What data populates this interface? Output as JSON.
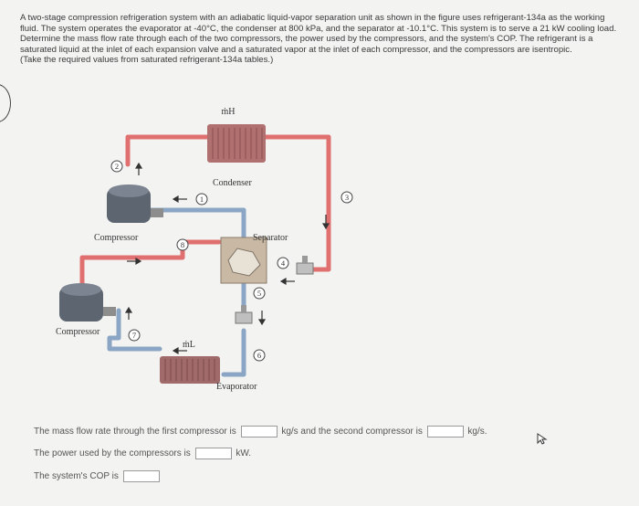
{
  "problem": {
    "paragraph": "A two-stage compression refrigeration system with an adiabatic liquid-vapor separation unit as shown in the figure uses refrigerant-134a as the working fluid. The system operates the evaporator at -40°C, the condenser at 800 kPa, and the separator at -10.1°C. This system is to serve a 21 kW cooling load. Determine the mass flow rate through each of the two compressors, the power used by the compressors, and the system's COP. The refrigerant is a saturated liquid at the inlet of each expansion valve and a saturated vapor at the inlet of each compressor, and the compressors are isentropic.",
    "note": "(Take the required values from saturated refrigerant-134a tables.)"
  },
  "diagram": {
    "labels": {
      "condenser": "Condenser",
      "separator": "Separator",
      "evaporator": "Evaporator",
      "compressor_top": "Compressor",
      "compressor_bottom": "Compressor",
      "mdot_h": "ṁH",
      "mdot_l": "ṁL"
    },
    "states": [
      "1",
      "2",
      "3",
      "4",
      "5",
      "6",
      "7",
      "8"
    ],
    "colors": {
      "hot_pipe": "#e07070",
      "cold_pipe": "#8aa6c4"
    }
  },
  "questions": {
    "q1_prefix": "The mass flow rate through the first compressor is",
    "q1_mid": "kg/s and the second compressor is",
    "q1_unit": "kg/s.",
    "q2_prefix": "The power used by the compressors is",
    "q2_unit": "kW.",
    "q3_prefix": "The system's COP is"
  }
}
